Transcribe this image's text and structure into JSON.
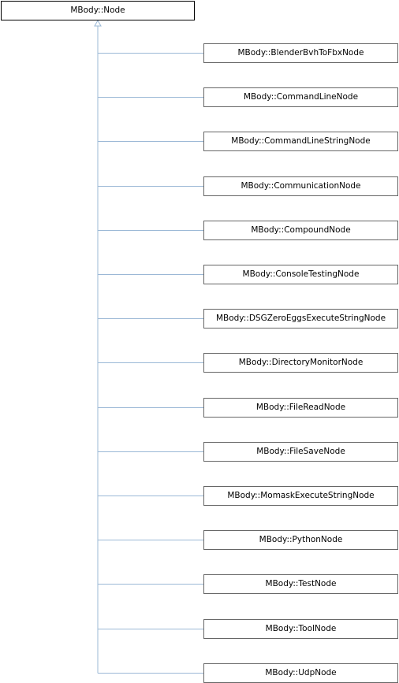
{
  "base_class": "MBody::Node",
  "derived_classes": [
    "MBody::BlenderBvhToFbxNode",
    "MBody::CommandLineNode",
    "MBody::CommandLineStringNode",
    "MBody::CommunicationNode",
    "MBody::CompoundNode",
    "MBody::ConsoleTestingNode",
    "MBody::DSGZeroEggsExecuteStringNode",
    "MBody::DirectoryMonitorNode",
    "MBody::FileReadNode",
    "MBody::FileSaveNode",
    "MBody::MomaskExecuteStringNode",
    "MBody::PythonNode",
    "MBody::TestNode",
    "MBody::ToolNode",
    "MBody::UdpNode"
  ],
  "colors": {
    "edge": "#9bb8d6",
    "box_border": "#666666",
    "base_border": "#000000",
    "background": "#ffffff",
    "text": "#000000"
  }
}
